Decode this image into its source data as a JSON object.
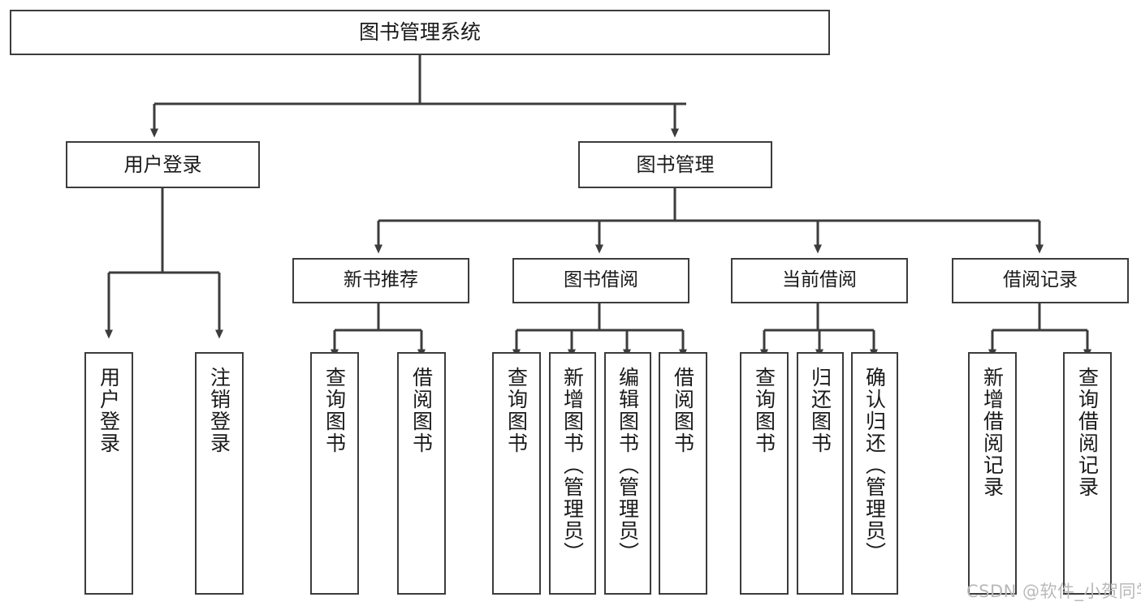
{
  "diagram": {
    "title": "图书管理系统",
    "type": "hierarchy-tree",
    "background_color": "#ffffff",
    "line_color": "#3c3c3c",
    "text_color": "#1a1a1a",
    "watermark": "CSDN @软件_小贺同学",
    "watermark_color": "#b9b9b9"
  },
  "nodes": {
    "root": {
      "label": "图书管理系统"
    },
    "level1": [
      {
        "label": "用户登录"
      },
      {
        "label": "图书管理"
      }
    ],
    "level2": [
      {
        "label": "新书推荐"
      },
      {
        "label": "图书借阅"
      },
      {
        "label": "当前借阅"
      },
      {
        "label": "借阅记录"
      }
    ],
    "leaves": [
      {
        "label": "用户登录"
      },
      {
        "label": "注销登录"
      },
      {
        "label": "查询图书"
      },
      {
        "label": "借阅图书"
      },
      {
        "label": "查询图书"
      },
      {
        "label": "新增图书（管理员）"
      },
      {
        "label": "编辑图书（管理员）"
      },
      {
        "label": "借阅图书"
      },
      {
        "label": "查询图书"
      },
      {
        "label": "归还图书"
      },
      {
        "label": "确认归还（管理员）"
      },
      {
        "label": "新增借阅记录"
      },
      {
        "label": "查询借阅记录"
      }
    ]
  },
  "tree": {
    "name": "图书管理系统",
    "children": [
      {
        "name": "用户登录",
        "children": [
          {
            "name": "用户登录"
          },
          {
            "name": "注销登录"
          }
        ]
      },
      {
        "name": "图书管理",
        "children": [
          {
            "name": "新书推荐",
            "children": [
              {
                "name": "查询图书"
              },
              {
                "name": "借阅图书"
              }
            ]
          },
          {
            "name": "图书借阅",
            "children": [
              {
                "name": "查询图书"
              },
              {
                "name": "新增图书（管理员）"
              },
              {
                "name": "编辑图书（管理员）"
              },
              {
                "name": "借阅图书"
              }
            ]
          },
          {
            "name": "当前借阅",
            "children": [
              {
                "name": "查询图书"
              },
              {
                "name": "归还图书"
              },
              {
                "name": "确认归还（管理员）"
              }
            ]
          },
          {
            "name": "借阅记录",
            "children": [
              {
                "name": "新增借阅记录"
              },
              {
                "name": "查询借阅记录"
              }
            ]
          }
        ]
      }
    ]
  }
}
